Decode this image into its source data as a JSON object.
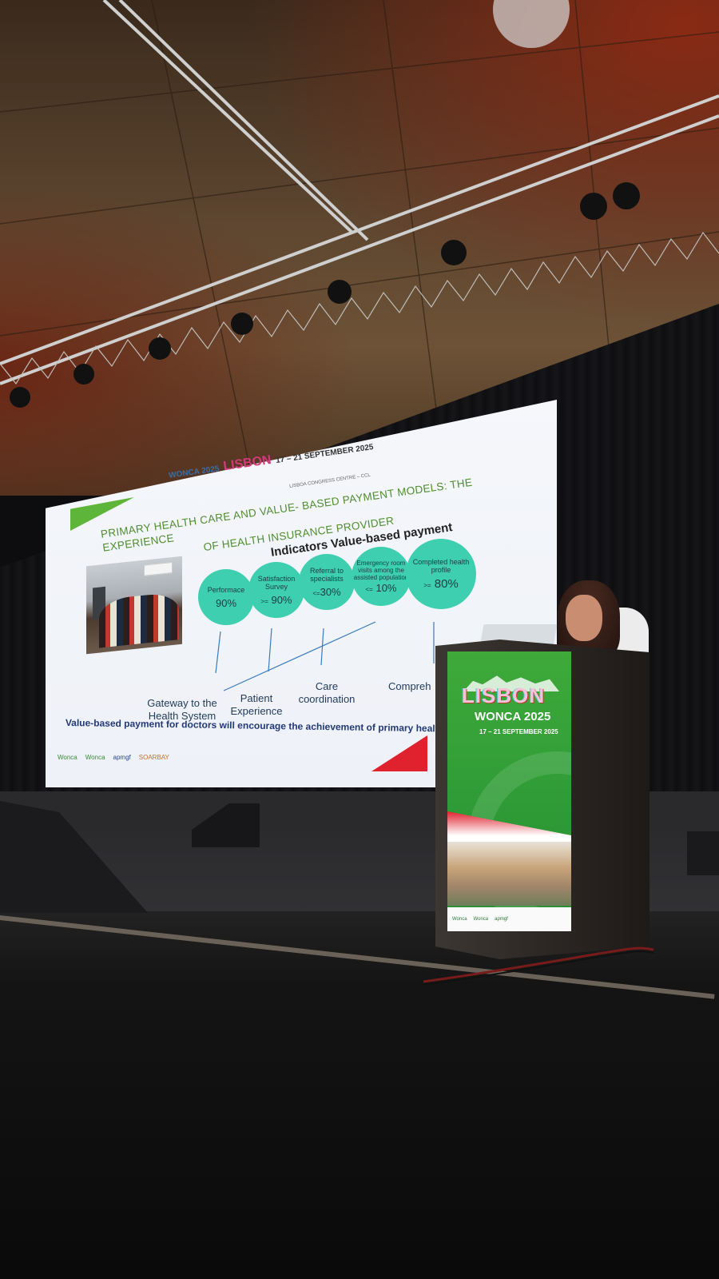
{
  "slide": {
    "header_event": "WONCA 2025",
    "header_city": "LISBON",
    "header_dates": "17 – 21 SEPTEMBER 2025",
    "header_venue": "LISBOA CONGRESS CENTRE – CCL",
    "title_line1": "PRIMARY HEALTH CARE AND VALUE- BASED PAYMENT MODELS: THE EXPERIENCE",
    "title_line2": "OF HEALTH INSURANCE PROVIDER",
    "indicators_title": "Indicators Value-based payment",
    "indicators": [
      {
        "label": "Performace",
        "op": "",
        "value": "90%"
      },
      {
        "label": "Satisfaction Survey",
        "op": ">=",
        "value": "90%"
      },
      {
        "label": "Referral to specialists",
        "op": "<=",
        "value": "30%"
      },
      {
        "label": "Emergency room visits among the assisted population",
        "op": "<=",
        "value": "10%"
      },
      {
        "label": "Completed health profile",
        "op": ">=",
        "value": "80%"
      }
    ],
    "categories": [
      "Gateway to the Health System",
      "Patient Experience",
      "Care coordination",
      "Compreh"
    ],
    "footer_text": "Value-based payment for doctors will encourage the achievement of primary health c",
    "logos": [
      "Wonca",
      "Wonca",
      "apmgf",
      "SOARBAY"
    ]
  },
  "podium": {
    "title": "LISBON",
    "subtitle": "WONCA 2025",
    "dates": "17 – 21 SEPTEMBER 2025",
    "logos": [
      "Wonca",
      "Wonca",
      "apmgf"
    ]
  },
  "colors": {
    "slide_title": "#4f8f2f",
    "bubble": "#3ecfb0",
    "podium_green": "#3fa93a",
    "accent_red": "#e0212e"
  }
}
